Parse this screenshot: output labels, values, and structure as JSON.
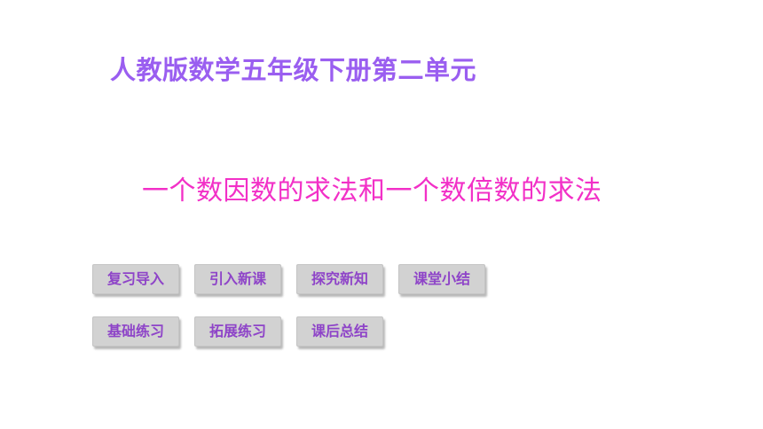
{
  "header": {
    "title": "人教版数学五年级下册第二单元"
  },
  "main": {
    "title": "一个数因数的求法和一个数倍数的求法"
  },
  "nav": {
    "row1": [
      {
        "label": "复习导入"
      },
      {
        "label": "引入新课"
      },
      {
        "label": "探究新知"
      },
      {
        "label": "课堂小结"
      }
    ],
    "row2": [
      {
        "label": "基础练习"
      },
      {
        "label": "拓展练习"
      },
      {
        "label": "课后总结"
      }
    ]
  },
  "colors": {
    "header_text": "#9a5ef0",
    "main_title_text": "#f230c7",
    "button_bg": "#d2d2d2",
    "button_text": "#8e44c8"
  }
}
